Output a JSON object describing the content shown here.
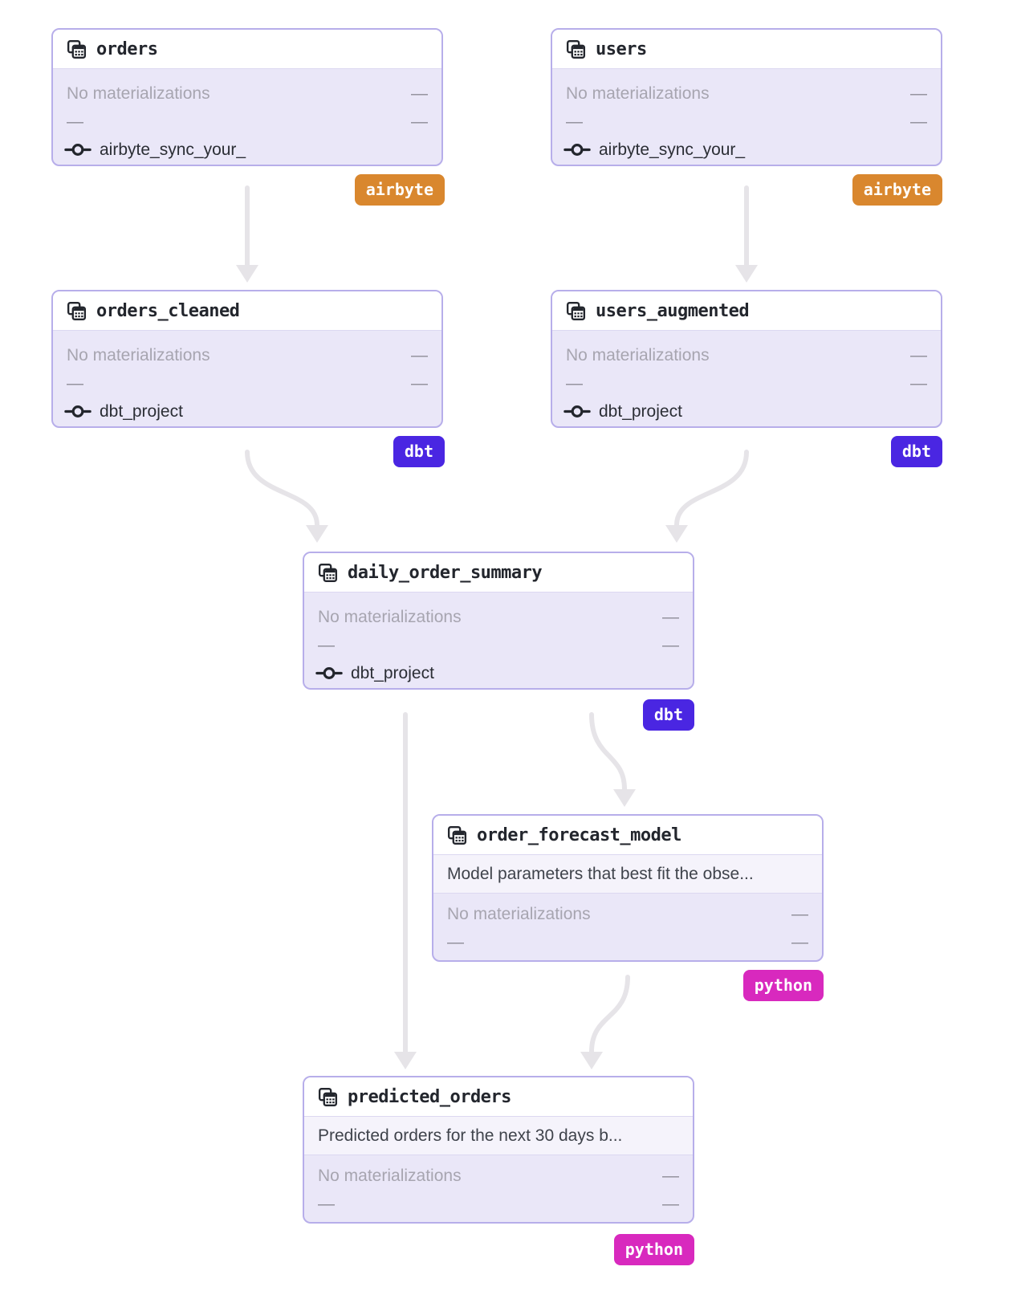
{
  "diagram": {
    "kind": "asset-lineage-graph",
    "nodes": [
      {
        "id": "orders",
        "title": "orders",
        "materializations_label": "No materializations",
        "dash": "—",
        "automation": "airbyte_sync_your_",
        "badge": {
          "label": "airbyte",
          "color": "#D9872E"
        }
      },
      {
        "id": "users",
        "title": "users",
        "materializations_label": "No materializations",
        "dash": "—",
        "automation": "airbyte_sync_your_",
        "badge": {
          "label": "airbyte",
          "color": "#D9872E"
        }
      },
      {
        "id": "orders_cleaned",
        "title": "orders_cleaned",
        "materializations_label": "No materializations",
        "dash": "—",
        "automation": "dbt_project",
        "badge": {
          "label": "dbt",
          "color": "#4A26E2"
        }
      },
      {
        "id": "users_augmented",
        "title": "users_augmented",
        "materializations_label": "No materializations",
        "dash": "—",
        "automation": "dbt_project",
        "badge": {
          "label": "dbt",
          "color": "#4A26E2"
        }
      },
      {
        "id": "daily_order_summary",
        "title": "daily_order_summary",
        "materializations_label": "No materializations",
        "dash": "—",
        "automation": "dbt_project",
        "badge": {
          "label": "dbt",
          "color": "#4A26E2"
        }
      },
      {
        "id": "order_forecast_model",
        "title": "order_forecast_model",
        "description": "Model parameters that best fit the obse...",
        "materializations_label": "No materializations",
        "dash": "—",
        "badge": {
          "label": "python",
          "color": "#D829BE"
        }
      },
      {
        "id": "predicted_orders",
        "title": "predicted_orders",
        "description": "Predicted orders for the next 30 days b...",
        "materializations_label": "No materializations",
        "dash": "—",
        "badge": {
          "label": "python",
          "color": "#D829BE"
        }
      }
    ],
    "edges": [
      {
        "from": "orders",
        "to": "orders_cleaned"
      },
      {
        "from": "users",
        "to": "users_augmented"
      },
      {
        "from": "orders_cleaned",
        "to": "daily_order_summary"
      },
      {
        "from": "users_augmented",
        "to": "daily_order_summary"
      },
      {
        "from": "daily_order_summary",
        "to": "order_forecast_model"
      },
      {
        "from": "daily_order_summary",
        "to": "predicted_orders"
      },
      {
        "from": "order_forecast_model",
        "to": "predicted_orders"
      }
    ],
    "icons": {
      "asset": "table-view-icon",
      "automation": "sensor-icon"
    },
    "colors": {
      "node_border": "#b7aeea",
      "node_body": "#eae7f8",
      "edge": "#e6e4e8",
      "airbyte": "#D9872E",
      "dbt": "#4A26E2",
      "python": "#D829BE"
    }
  }
}
